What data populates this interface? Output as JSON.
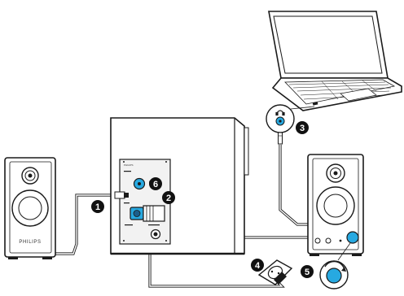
{
  "brand": "PHILIPS",
  "steps": [
    "1",
    "2",
    "3",
    "4",
    "5",
    "6"
  ],
  "colors": {
    "outline": "#1a1a1a",
    "accent": "#27a9e1",
    "panel": "#f2f2f2",
    "badge": "#111111"
  },
  "icons": {
    "headphone": "headphone-icon",
    "rotate": "rotate-arrow-icon"
  }
}
